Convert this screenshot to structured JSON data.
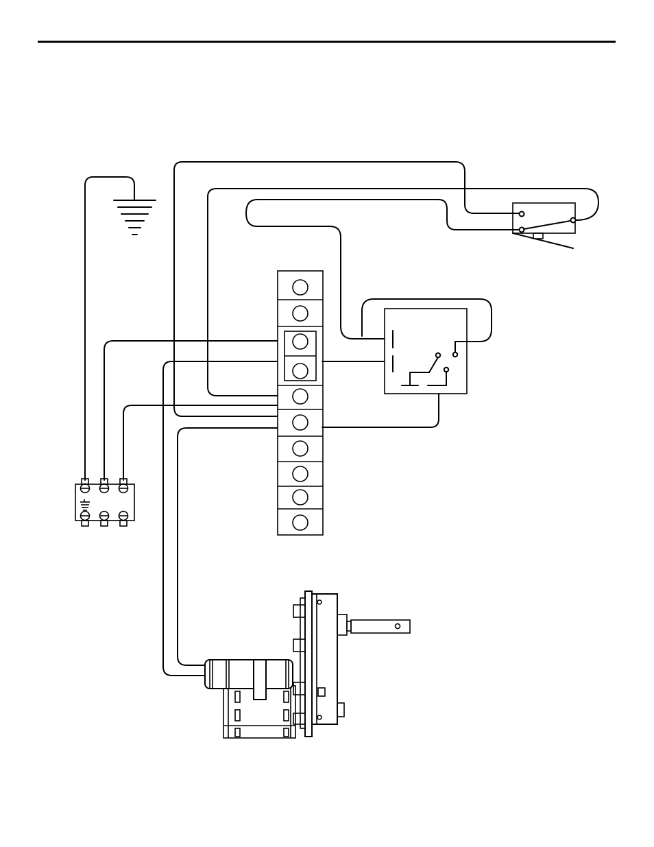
{
  "diagram": {
    "components": [
      {
        "id": "ground",
        "icon": "ground-symbol-icon"
      },
      {
        "id": "limit_switch",
        "icon": "microswitch-icon"
      },
      {
        "id": "terminal_block",
        "icon": "terminal-strip-icon",
        "terminals": 10
      },
      {
        "id": "relay",
        "icon": "relay-switch-icon"
      },
      {
        "id": "connector",
        "icon": "power-connector-icon",
        "pins": 6
      },
      {
        "id": "motor",
        "icon": "gear-motor-icon"
      }
    ],
    "colors": {
      "line": "#000000",
      "background": "#ffffff"
    }
  }
}
